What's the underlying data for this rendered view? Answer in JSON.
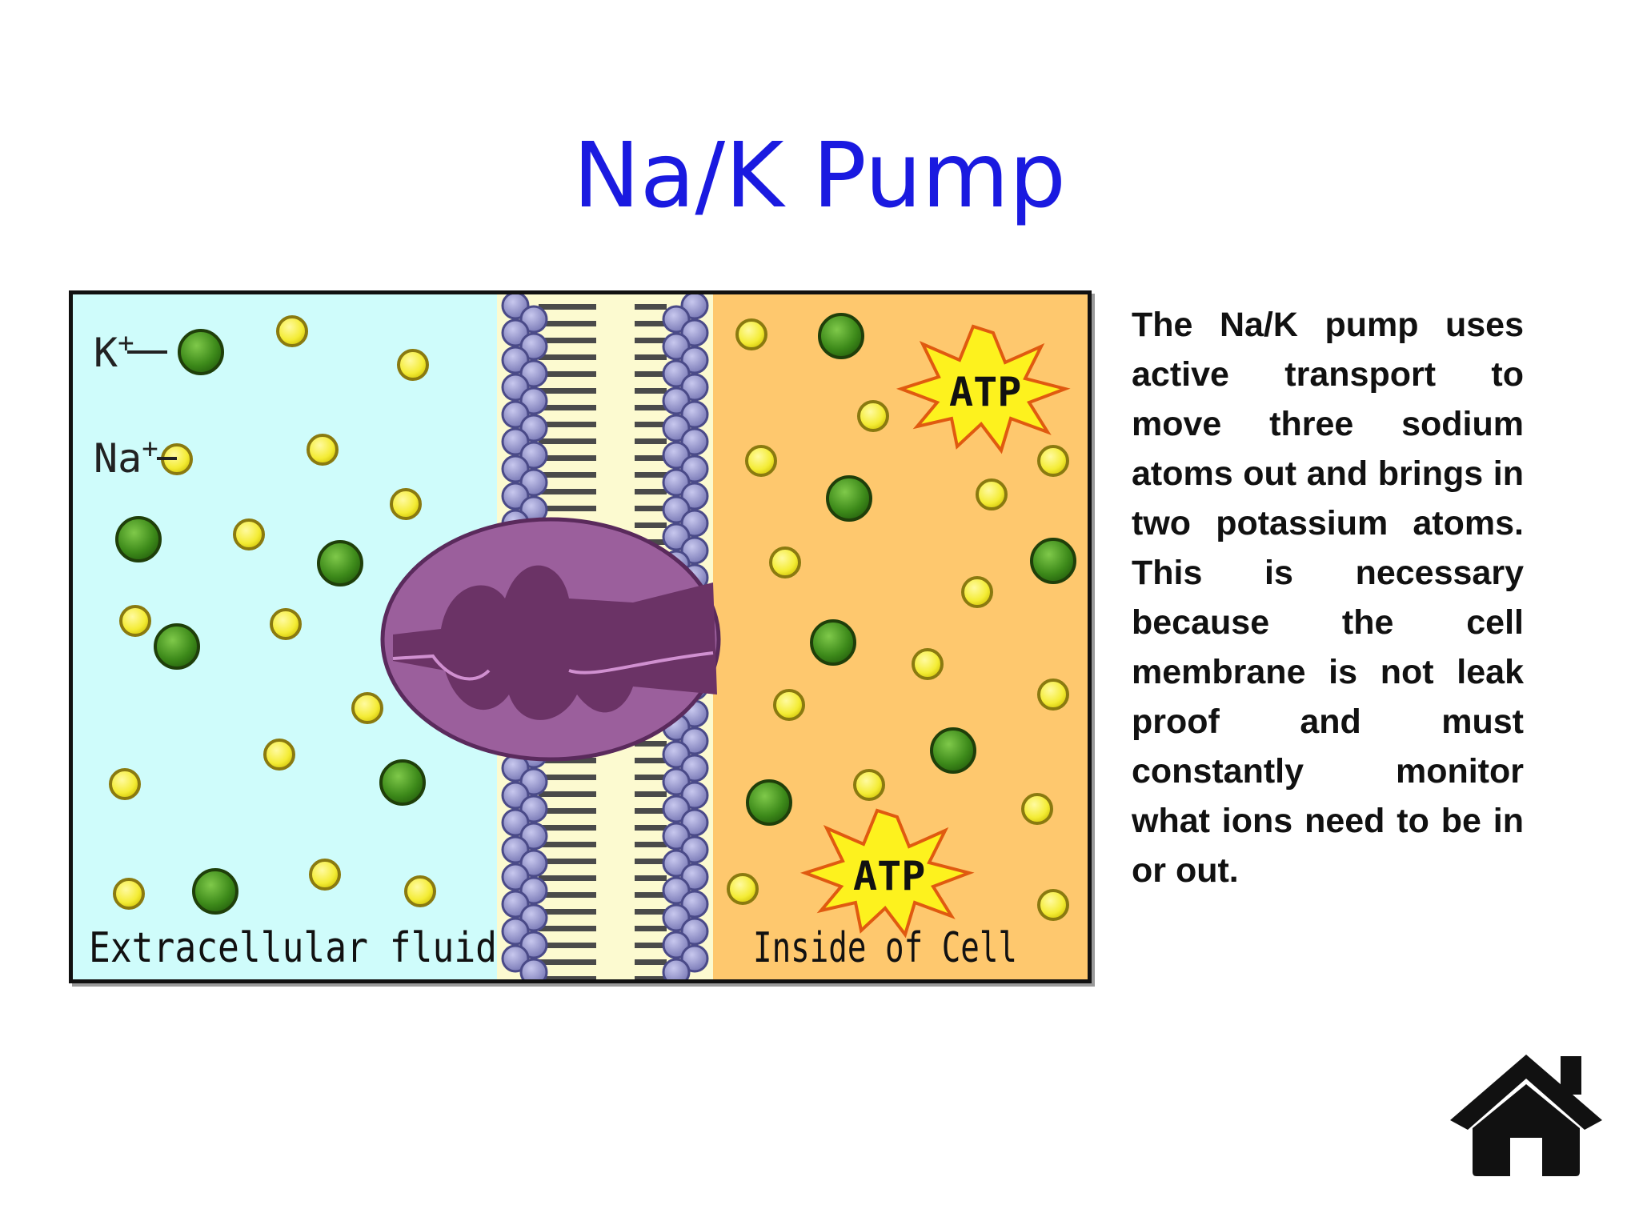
{
  "slide": {
    "title": "Na/K Pump",
    "description": "The Na/K pump uses active transport to move three sodium atoms out and brings in two potassium atoms. This is necessary because the cell membrane is not leak proof and must constantly monitor what ions need to be in or out."
  },
  "diagram": {
    "legend": {
      "potassium_label": "K",
      "potassium_charge": "+",
      "sodium_label": "Na",
      "sodium_charge": "+"
    },
    "region_labels": {
      "outside": "Extracellular fluid",
      "inside": "Inside of Cell"
    },
    "atp_label": "ATP",
    "colors": {
      "extracellular": "#cffcfb",
      "intracellular": "#fec86e",
      "potassium": "#3d8a1a",
      "sodium": "#f4ec35",
      "pump_protein": "#9a5e9a",
      "atp_burst": "#fdf21e"
    }
  },
  "navigation": {
    "home_icon": "home-icon"
  }
}
